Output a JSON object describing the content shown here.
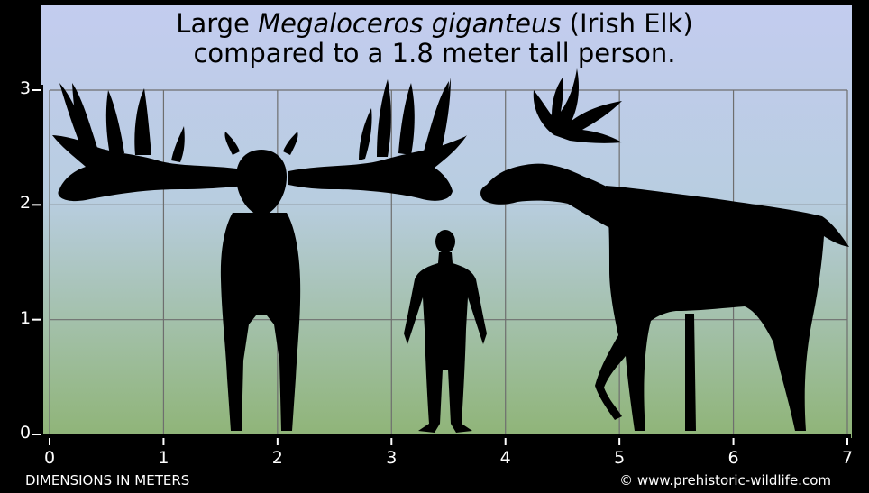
{
  "title": {
    "prefix": "Large ",
    "species": "Megaloceros giganteus",
    "suffix": " (Irish Elk)",
    "line2": "compared to a 1.8 meter tall person."
  },
  "footer": {
    "dimensions_label": "DIMENSIONS IN METERS",
    "credit": "© www.prehistoric-wildlife.com"
  },
  "colors": {
    "background_frame": "#000000",
    "sky_top": "#c3ccef",
    "sky_bottom": "#8fb477",
    "silhouette": "#000000",
    "grid": "#6e6e6e"
  },
  "chart_data": {
    "type": "scatter",
    "xlabel": "DIMENSIONS IN METERS",
    "ylabel": "",
    "xlim": [
      0,
      7
    ],
    "ylim": [
      0,
      3
    ],
    "x_ticks": [
      "0",
      "1",
      "2",
      "3",
      "4",
      "5",
      "6",
      "7"
    ],
    "y_ticks": [
      "0",
      "1",
      "2",
      "3"
    ],
    "grid": true,
    "figures": [
      {
        "name": "Megaloceros giganteus (front view)",
        "x_center": 1.8,
        "antler_span": 3.6,
        "height": 2.9
      },
      {
        "name": "person",
        "x_center": 3.45,
        "height": 1.8
      },
      {
        "name": "Megaloceros giganteus (side view)",
        "x_start": 3.8,
        "x_end": 7.0,
        "height": 3.0
      }
    ]
  }
}
